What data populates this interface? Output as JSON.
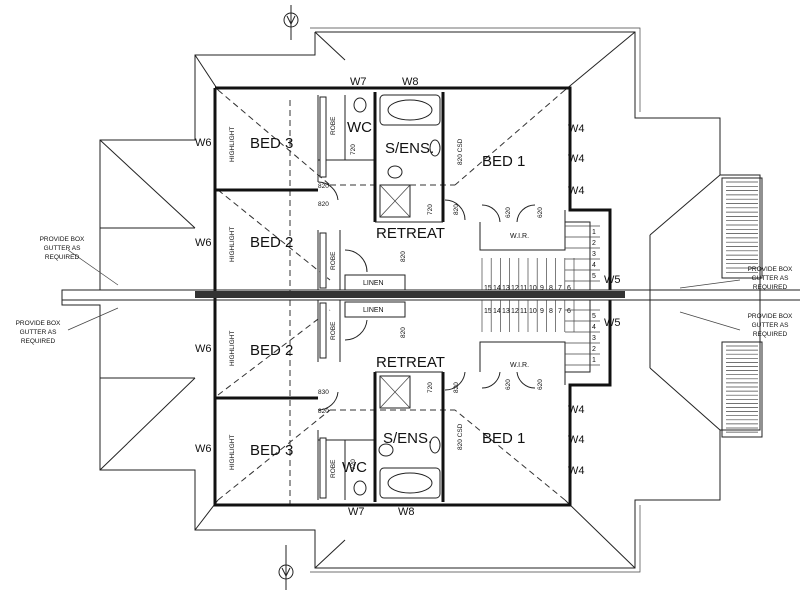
{
  "rooms": {
    "bed3_top": "BED 3",
    "bed2_top": "BED 2",
    "bed1_top": "BED 1",
    "ens_top": "S/ENS.",
    "wc_top": "WC",
    "retreat_top": "RETREAT",
    "bed2_bottom": "BED 2",
    "bed3_bottom": "BED 3",
    "bed1_bottom": "BED 1",
    "ens_bottom": "S/ENS.",
    "wc_bottom": "WC",
    "retreat_bottom": "RETREAT"
  },
  "labels": {
    "robe": "ROBE",
    "highlight": "HIGHLIGHT",
    "linen": "LINEN",
    "wir": "W.I.R.",
    "csd": "820 CSD"
  },
  "windows": {
    "w7": "W7",
    "w8": "W8",
    "w6": "W6",
    "w4": "W4",
    "w5": "W5"
  },
  "dims": {
    "d820": "820",
    "d720": "720",
    "d620": "620",
    "d830": "830"
  },
  "notes": {
    "gutter_line1": "PROVIDE BOX",
    "gutter_line2": "GUTTER AS",
    "gutter_line3": "REQUIRED"
  },
  "stairs": {
    "upper_numbers": [
      "15",
      "14",
      "13",
      "12",
      "11",
      "10",
      "9",
      "8",
      "7",
      "6"
    ],
    "lower_numbers": [
      "15",
      "14",
      "13",
      "12",
      "11",
      "10",
      "9",
      "8",
      "7",
      "6"
    ],
    "side_numbers": [
      "1",
      "2",
      "3",
      "4",
      "5"
    ]
  }
}
